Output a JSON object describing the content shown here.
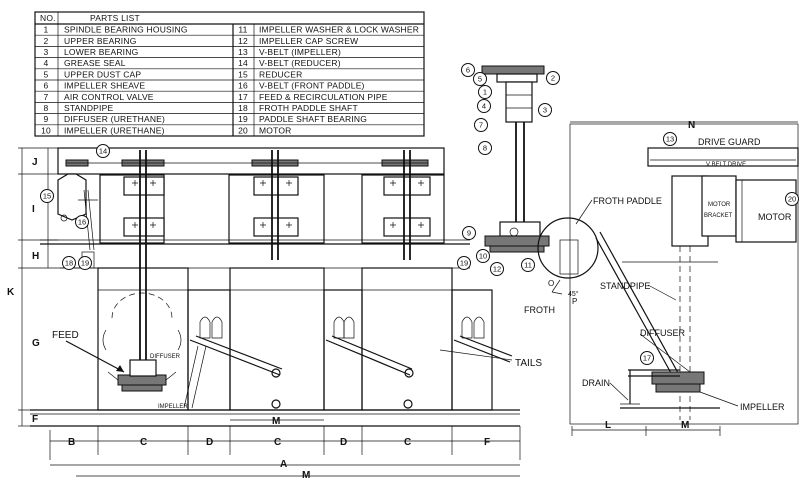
{
  "parts_list": {
    "no_header": "NO.",
    "title": "PARTS LIST",
    "items": [
      {
        "no": "1",
        "name": "SPINDLE BEARING HOUSING"
      },
      {
        "no": "2",
        "name": "UPPER BEARING"
      },
      {
        "no": "3",
        "name": "LOWER BEARING"
      },
      {
        "no": "4",
        "name": "GREASE SEAL"
      },
      {
        "no": "5",
        "name": "UPPER DUST CAP"
      },
      {
        "no": "6",
        "name": "IMPELLER SHEAVE"
      },
      {
        "no": "7",
        "name": "AIR CONTROL VALVE"
      },
      {
        "no": "8",
        "name": "STANDPIPE"
      },
      {
        "no": "9",
        "name": "DIFFUSER (URETHANE)"
      },
      {
        "no": "10",
        "name": "IMPELLER (URETHANE)"
      },
      {
        "no": "11",
        "name": "IMPELLER WASHER & LOCK WASHER"
      },
      {
        "no": "12",
        "name": "IMPELLER CAP SCREW"
      },
      {
        "no": "13",
        "name": "V-BELT (IMPELLER)"
      },
      {
        "no": "14",
        "name": "V-BELT (REDUCER)"
      },
      {
        "no": "15",
        "name": "REDUCER"
      },
      {
        "no": "16",
        "name": "V-BELT (FRONT PADDLE)"
      },
      {
        "no": "17",
        "name": "FEED & RECIRCULATION PIPE"
      },
      {
        "no": "18",
        "name": "FROTH PADDLE SHAFT"
      },
      {
        "no": "19",
        "name": "PADDLE SHAFT BEARING"
      },
      {
        "no": "20",
        "name": "MOTOR"
      }
    ]
  },
  "labels": {
    "feed": "FEED",
    "tails": "TAILS",
    "diffuser_small": "DIFFUSER",
    "impeller_small": "IMPELLER",
    "froth_paddle": "FROTH PADDLE",
    "froth": "FROTH",
    "standpipe": "STANDPIPE",
    "diffuser": "DIFFUSER",
    "drain": "DRAIN",
    "impeller": "IMPELLER",
    "drive_guard": "DRIVE GUARD",
    "belt_drive": "V BELT DRIVE",
    "motor": "MOTOR",
    "motor_bracket_1": "MOTOR",
    "motor_bracket_2": "BRACKET",
    "angle": "45°"
  },
  "dimensions": {
    "J": "J",
    "I": "I",
    "H": "H",
    "K": "K",
    "G": "G",
    "F_left": "F",
    "B": "B",
    "C1": "C",
    "D1": "D",
    "C2": "C",
    "D2": "D",
    "C3": "C",
    "F_bottom": "F",
    "A": "A",
    "M_bottom": "M",
    "M_cell": "M",
    "N": "N",
    "L": "L",
    "M_side": "M",
    "O": "O",
    "P": "P"
  },
  "balloons": {
    "b1": "1",
    "b2": "2",
    "b3": "3",
    "b4": "4",
    "b5": "5",
    "b6": "6",
    "b7": "7",
    "b8": "8",
    "b9": "9",
    "b10": "10",
    "b11": "11",
    "b12": "12",
    "b13": "13",
    "b14": "14",
    "b15": "15",
    "b16": "16",
    "b17": "17",
    "b18": "18",
    "b19a": "19",
    "b19b": "19",
    "b20": "20"
  }
}
